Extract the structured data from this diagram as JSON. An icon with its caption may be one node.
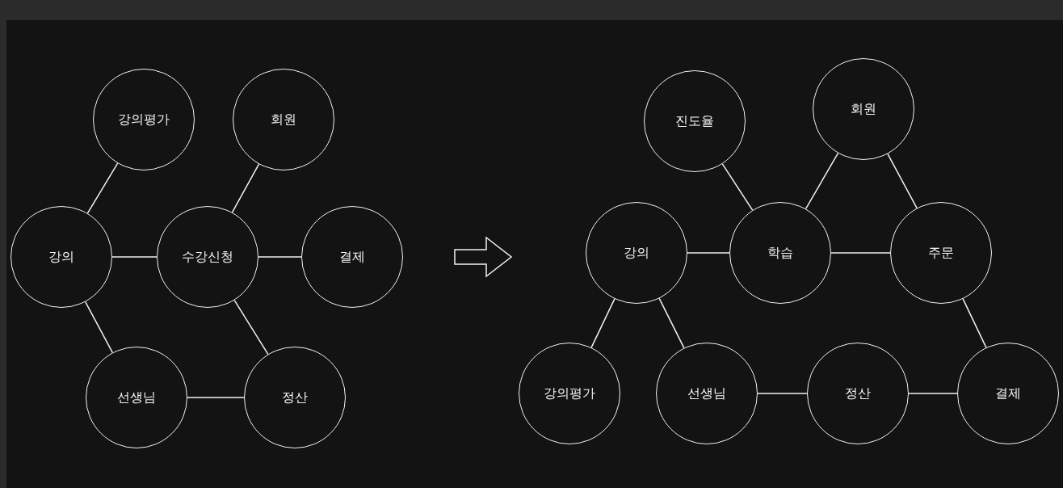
{
  "diagram": {
    "nodes": [
      {
        "text": [
          "강의평가"
        ]
      },
      {
        "text": [
          "회원"
        ]
      },
      {
        "text": [
          "강의"
        ]
      },
      {
        "text": [
          "수강신청"
        ]
      },
      {
        "text": [
          "결제"
        ]
      },
      {
        "text": [
          "선생님"
        ]
      },
      {
        "text": [
          "정산"
        ]
      },
      {
        "text": [
          "진도율"
        ]
      },
      {
        "text": [
          "회원"
        ]
      },
      {
        "text": [
          "강의"
        ]
      },
      {
        "text": [
          "학습"
        ]
      },
      {
        "text": [
          "주문"
        ]
      },
      {
        "text": [
          "강의평가"
        ]
      },
      {
        "text": [
          "선생님"
        ]
      },
      {
        "text": [
          "정산"
        ]
      },
      {
        "text": [
          "결제"
        ]
      }
    ],
    "edges": [
      {
        "from": 0,
        "to": 2,
        "arrow": "none"
      },
      {
        "from": 1,
        "to": 3,
        "arrow": "none"
      },
      {
        "from": 2,
        "to": 3,
        "arrow": "none"
      },
      {
        "from": 3,
        "to": 4,
        "arrow": "none"
      },
      {
        "from": 2,
        "to": 5,
        "arrow": "none"
      },
      {
        "from": 3,
        "to": 6,
        "arrow": "none"
      },
      {
        "from": 5,
        "to": 6,
        "arrow": "none"
      },
      {
        "from": 7,
        "to": 10,
        "arrow": "none"
      },
      {
        "from": 8,
        "to": 10,
        "arrow": "none"
      },
      {
        "from": 8,
        "to": 11,
        "arrow": "none"
      },
      {
        "from": 9,
        "to": 10,
        "arrow": "none"
      },
      {
        "from": 10,
        "to": 11,
        "arrow": "none"
      },
      {
        "from": 9,
        "to": 12,
        "arrow": "none"
      },
      {
        "from": 9,
        "to": 13,
        "arrow": "none"
      },
      {
        "from": 11,
        "to": 15,
        "arrow": "none"
      },
      {
        "from": 13,
        "to": 14,
        "arrow": "none"
      },
      {
        "from": 14,
        "to": 15,
        "arrow": "none"
      }
    ]
  }
}
